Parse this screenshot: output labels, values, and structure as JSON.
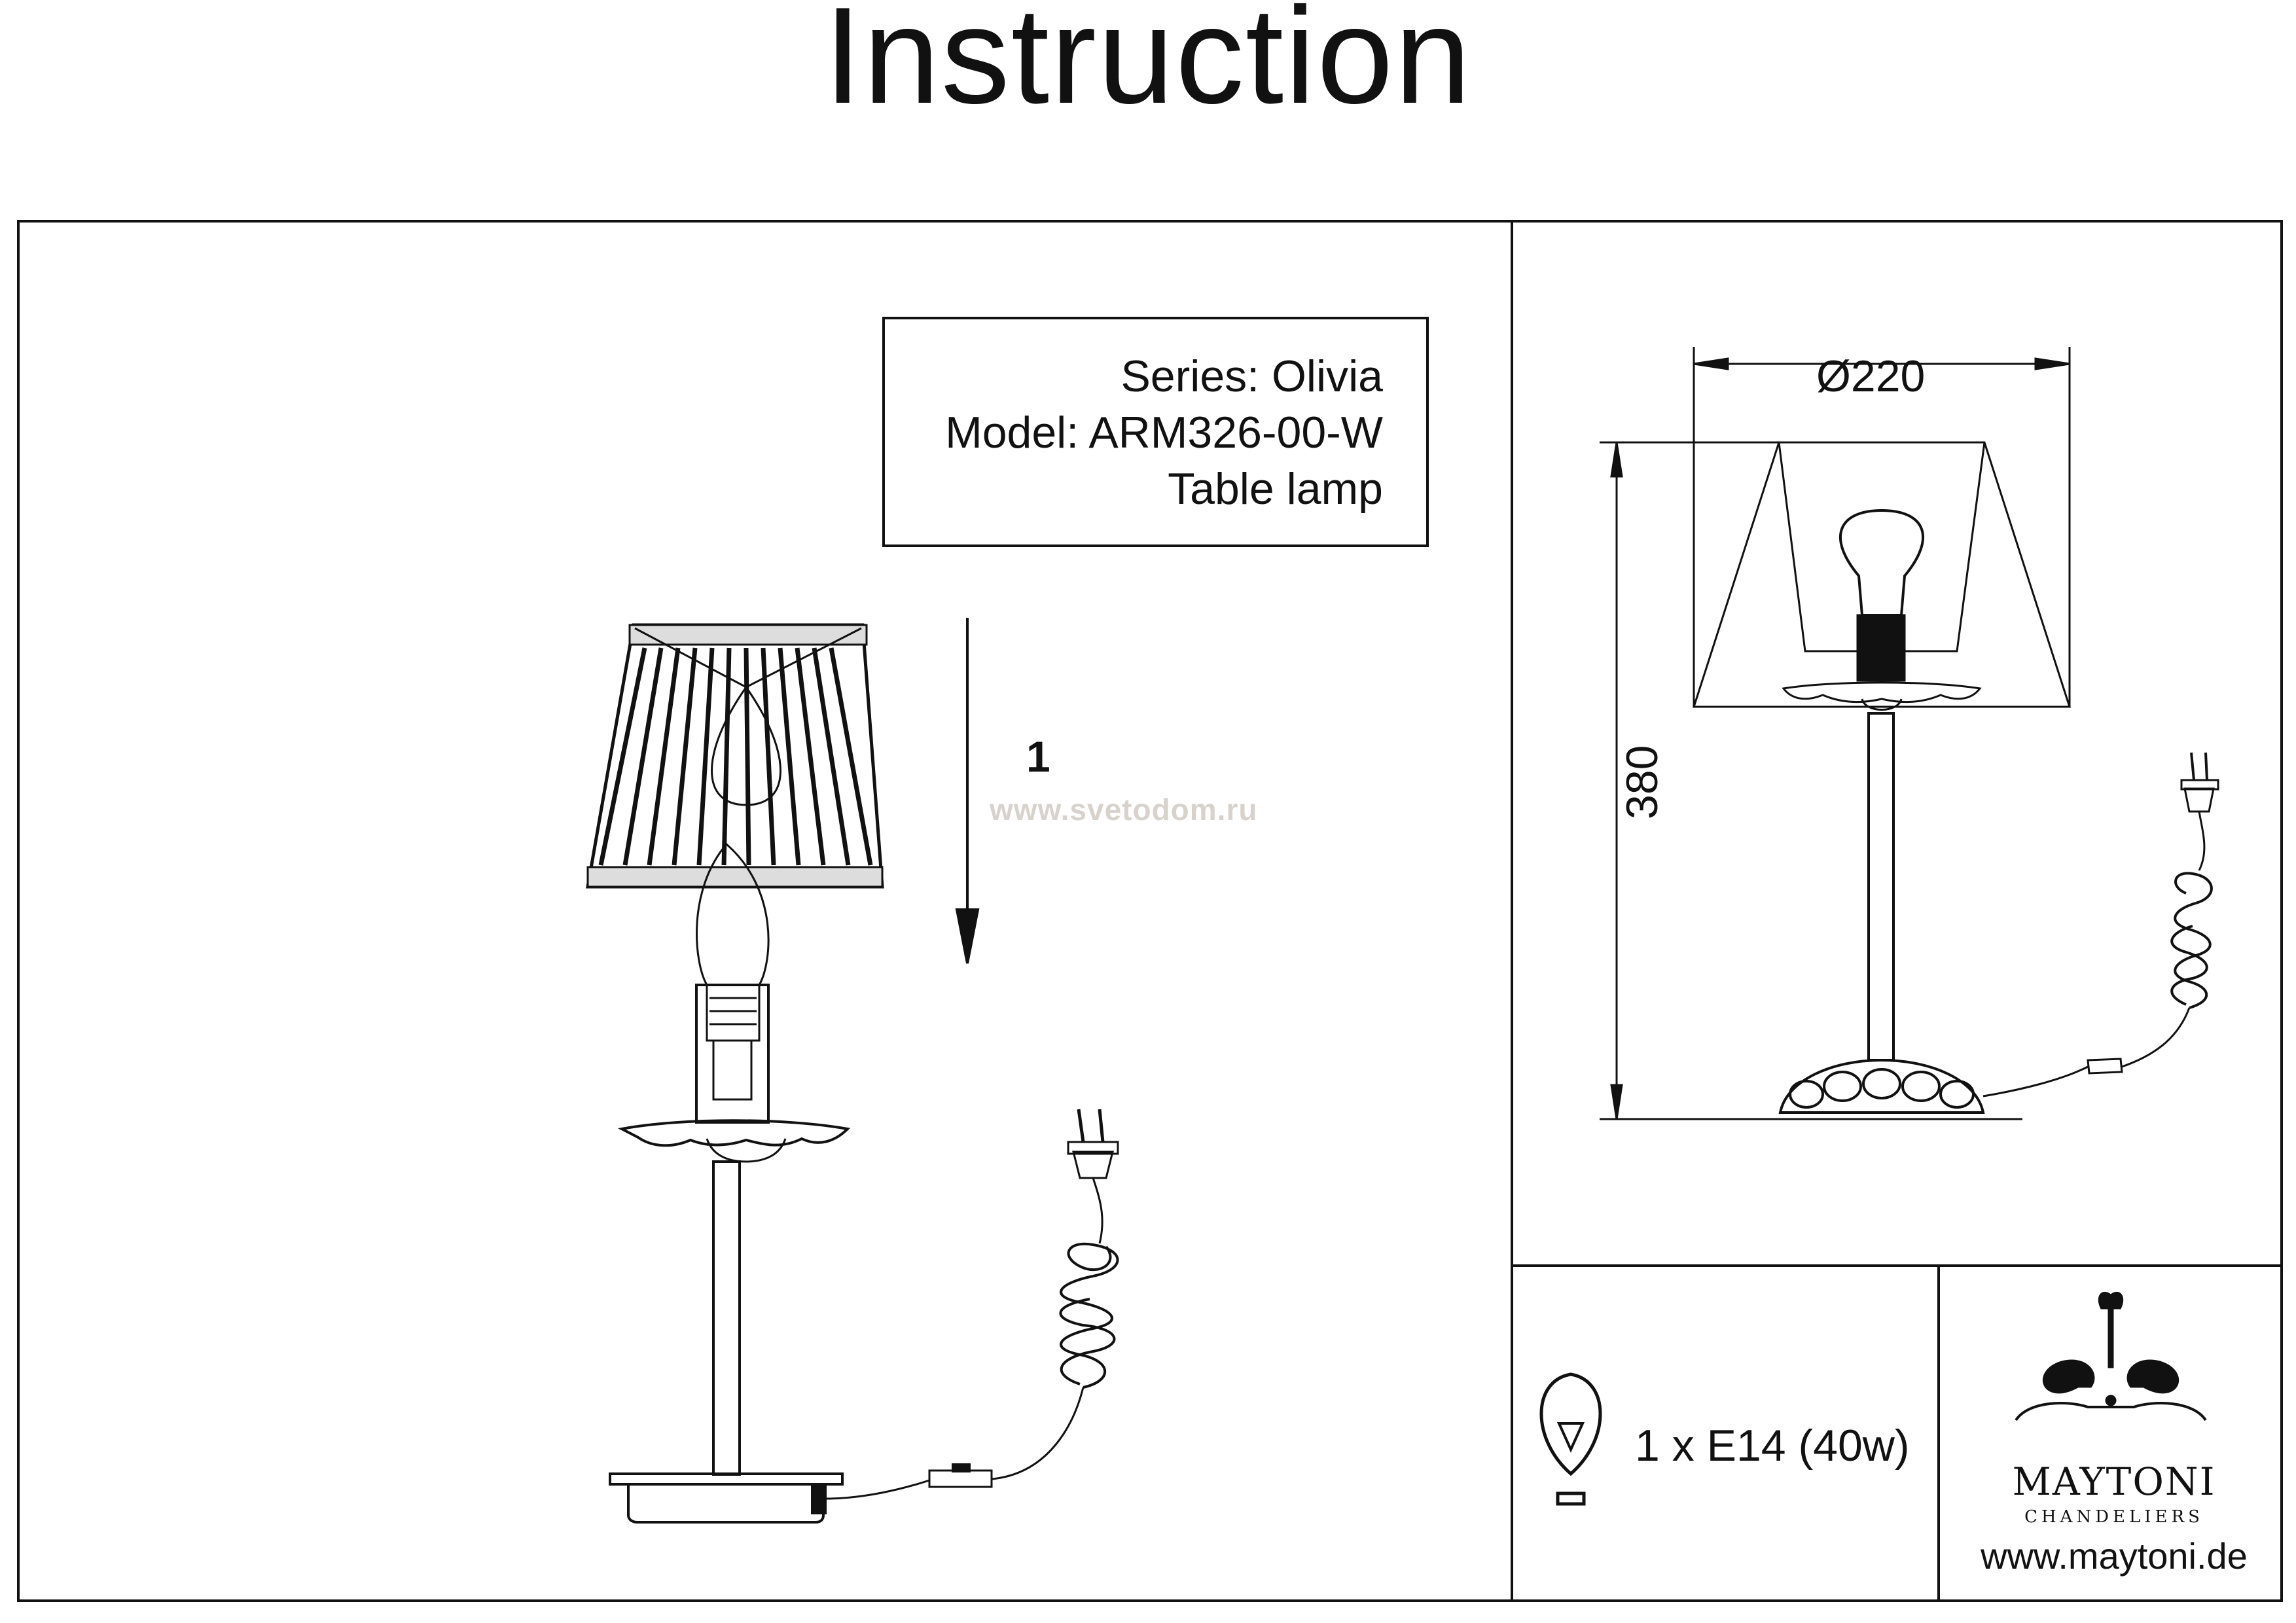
{
  "title": "Instruction",
  "product": {
    "series": "Series: Olivia",
    "model": "Model: ARM326-00-W",
    "type": "Table lamp"
  },
  "assembly": {
    "step": "1",
    "watermark": "www.svetodom.ru"
  },
  "dimensions": {
    "diameter": "Ø220",
    "height": "380"
  },
  "bulb": {
    "icon": "bulb-icon",
    "spec": "1 x E14 (40w)"
  },
  "brand": {
    "name": "MAYTONI",
    "subtitle": "CHANDELIERS",
    "logo": "maytoni-logo",
    "website": "www.maytoni.de"
  }
}
